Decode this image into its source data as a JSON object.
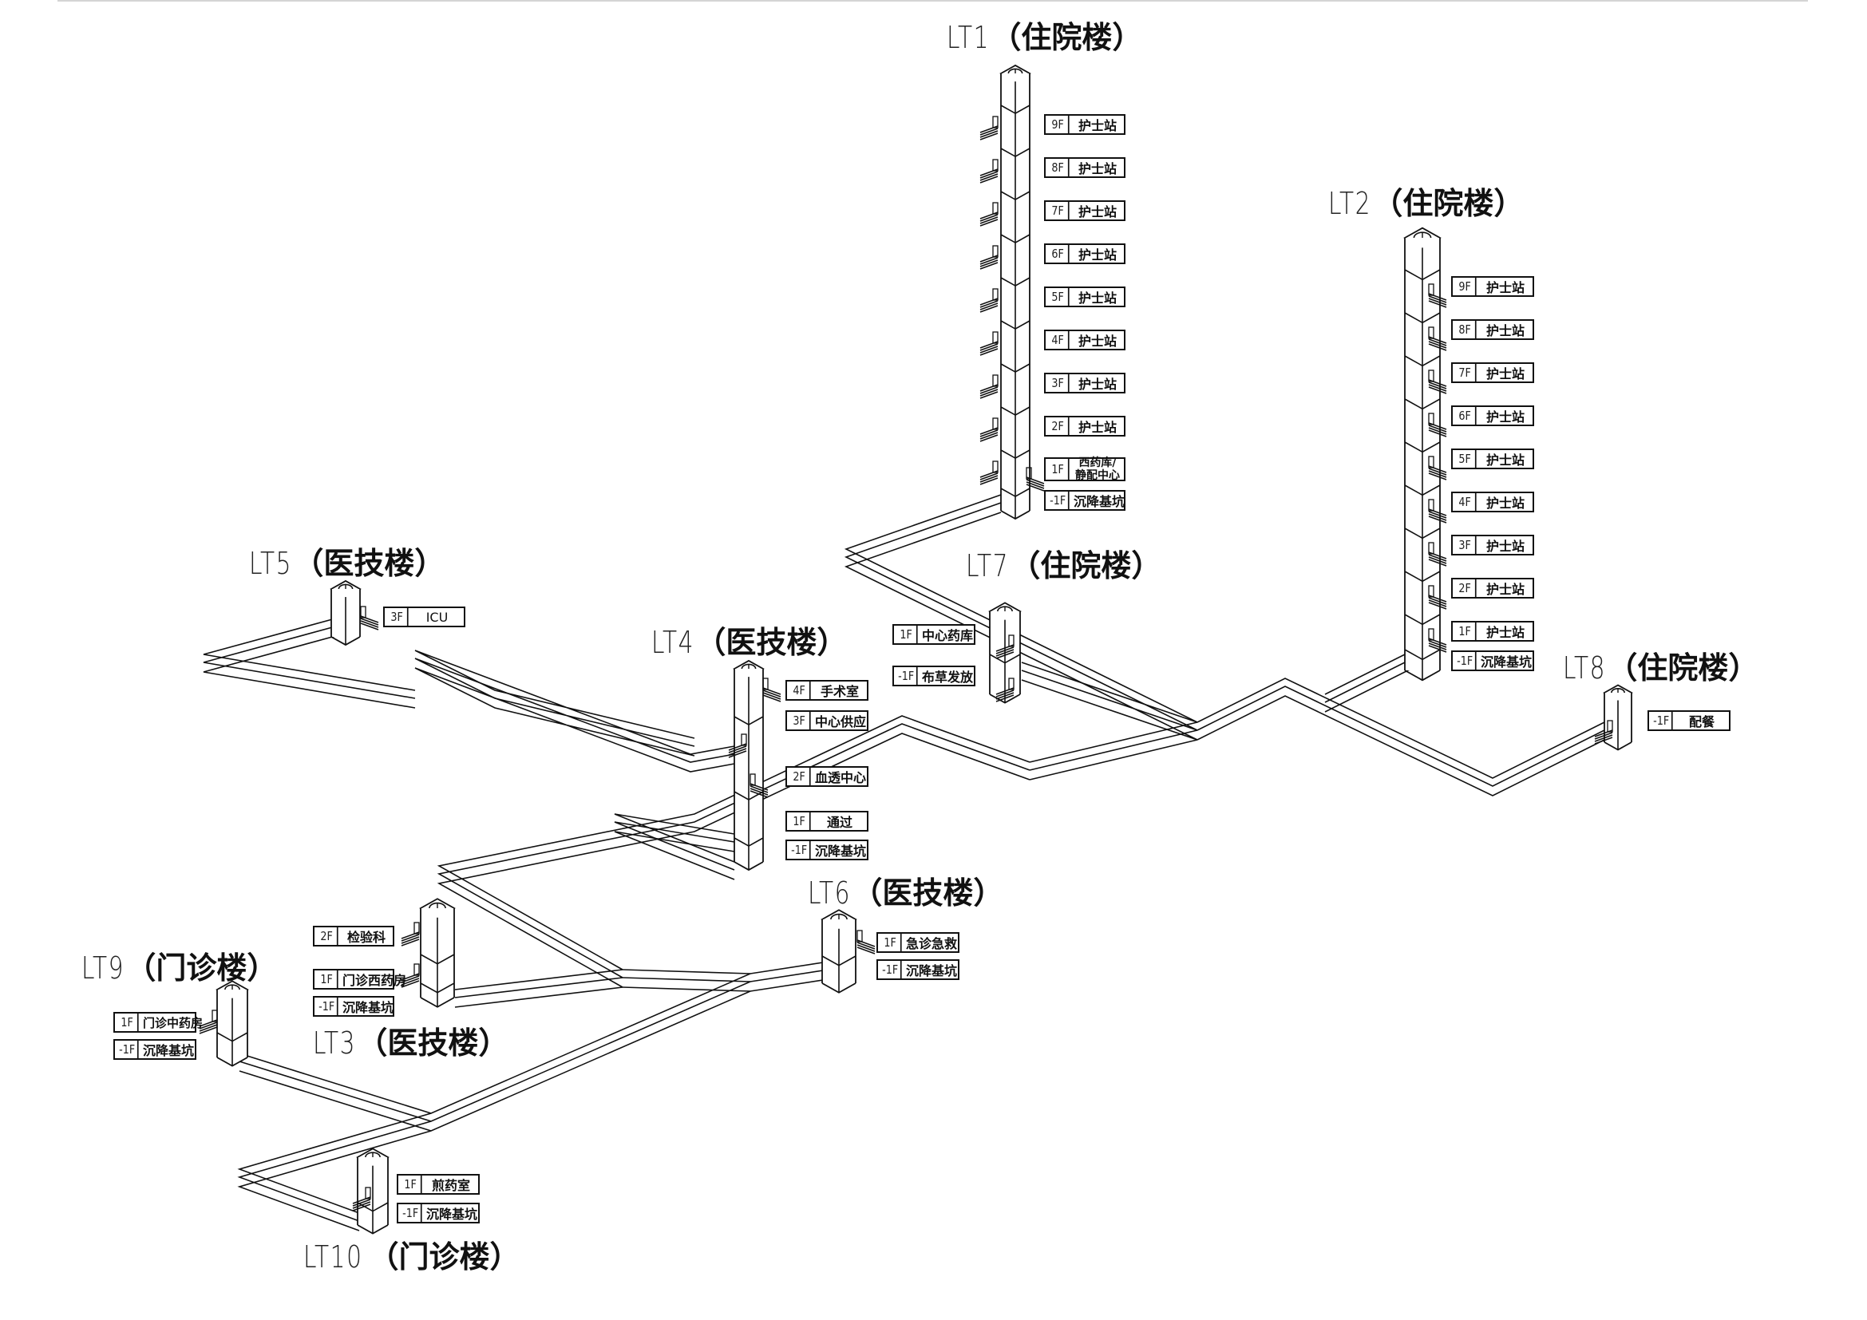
{
  "diagram": {
    "type": "isometric pneumatic tube system riser diagram",
    "line_color": "#111111",
    "stations": [
      {
        "id": "LT1",
        "code": "LT1",
        "building": "（住院楼）",
        "floors": [
          {
            "floor": "9F",
            "name": "护士站"
          },
          {
            "floor": "8F",
            "name": "护士站"
          },
          {
            "floor": "7F",
            "name": "护士站"
          },
          {
            "floor": "6F",
            "name": "护士站"
          },
          {
            "floor": "5F",
            "name": "护士站"
          },
          {
            "floor": "4F",
            "name": "护士站"
          },
          {
            "floor": "3F",
            "name": "护士站"
          },
          {
            "floor": "2F",
            "name": "护士站"
          },
          {
            "floor": "1F",
            "name": "西药库/",
            "name2": "静配中心"
          },
          {
            "floor": "-1F",
            "name": "沉降基坑"
          }
        ]
      },
      {
        "id": "LT2",
        "code": "LT2",
        "building": "（住院楼）",
        "floors": [
          {
            "floor": "9F",
            "name": "护士站"
          },
          {
            "floor": "8F",
            "name": "护士站"
          },
          {
            "floor": "7F",
            "name": "护士站"
          },
          {
            "floor": "6F",
            "name": "护士站"
          },
          {
            "floor": "5F",
            "name": "护士站"
          },
          {
            "floor": "4F",
            "name": "护士站"
          },
          {
            "floor": "3F",
            "name": "护士站"
          },
          {
            "floor": "2F",
            "name": "护士站"
          },
          {
            "floor": "1F",
            "name": "护士站"
          },
          {
            "floor": "-1F",
            "name": "沉降基坑"
          }
        ]
      },
      {
        "id": "LT3",
        "code": "LT3",
        "building": "（医技楼）",
        "floors": [
          {
            "floor": "2F",
            "name": "检验科"
          },
          {
            "floor": "1F",
            "name": "门诊西药房"
          },
          {
            "floor": "-1F",
            "name": "沉降基坑"
          }
        ]
      },
      {
        "id": "LT4",
        "code": "LT4",
        "building": "（医技楼）",
        "floors": [
          {
            "floor": "4F",
            "name": "手术室"
          },
          {
            "floor": "3F",
            "name": "中心供应"
          },
          {
            "floor": "2F",
            "name": "血透中心"
          },
          {
            "floor": "1F",
            "name": "通过"
          },
          {
            "floor": "-1F",
            "name": "沉降基坑"
          }
        ]
      },
      {
        "id": "LT5",
        "code": "LT5",
        "building": "（医技楼）",
        "floors": [
          {
            "floor": "3F",
            "name": "ICU"
          }
        ]
      },
      {
        "id": "LT6",
        "code": "LT6",
        "building": "（医技楼）",
        "floors": [
          {
            "floor": "1F",
            "name": "急诊急救"
          },
          {
            "floor": "-1F",
            "name": "沉降基坑"
          }
        ]
      },
      {
        "id": "LT7",
        "code": "LT7",
        "building": "（住院楼）",
        "floors": [
          {
            "floor": "1F",
            "name": "中心药库"
          },
          {
            "floor": "-1F",
            "name": "布草发放"
          }
        ]
      },
      {
        "id": "LT8",
        "code": "LT8",
        "building": "（住院楼）",
        "floors": [
          {
            "floor": "-1F",
            "name": "配餐"
          }
        ]
      },
      {
        "id": "LT9",
        "code": "LT9",
        "building": "（门诊楼）",
        "floors": [
          {
            "floor": "1F",
            "name": "门诊中药房"
          },
          {
            "floor": "-1F",
            "name": "沉降基坑"
          }
        ]
      },
      {
        "id": "LT10",
        "code": "LT10",
        "building": "（门诊楼）",
        "floors": [
          {
            "floor": "1F",
            "name": "煎药室"
          },
          {
            "floor": "-1F",
            "name": "沉降基坑"
          }
        ]
      }
    ]
  }
}
